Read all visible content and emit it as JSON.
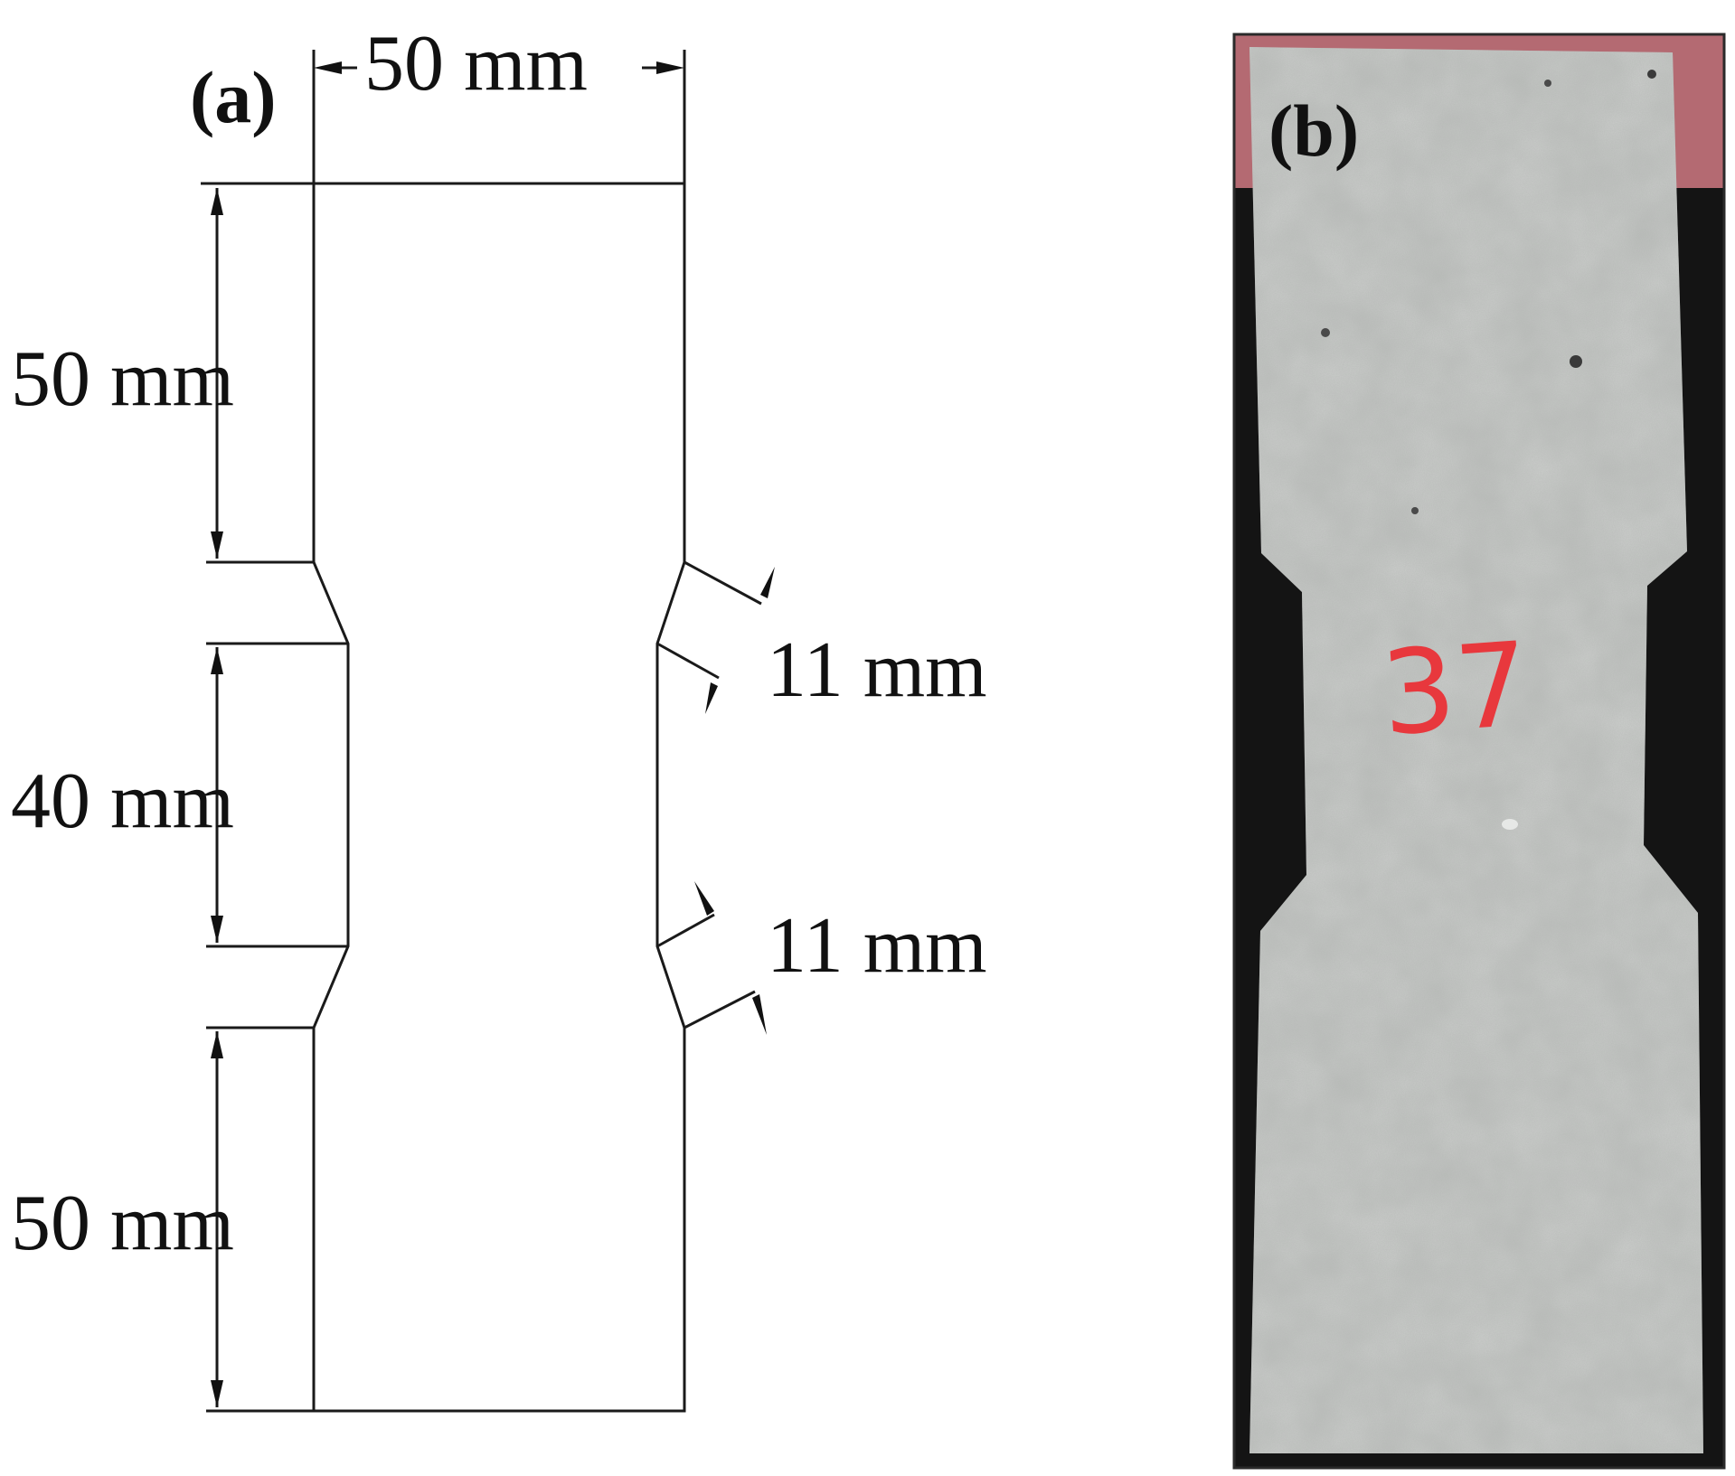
{
  "panel_a": {
    "label": "(a)",
    "dims": {
      "top_width": "50 mm",
      "top_grip_length": "50 mm",
      "gauge_length": "40 mm",
      "bottom_grip_length": "50 mm",
      "upper_transition": "11 mm",
      "lower_transition": "11 mm"
    }
  },
  "panel_b": {
    "label": "(b)",
    "specimen_number": "37"
  },
  "colors": {
    "background": "#ffffff",
    "line": "#1a1a1a",
    "concrete": "#b8bbb8",
    "photo_background": "#141414",
    "photo_top_band": "#b46a72",
    "marker_red": "#e8383d"
  }
}
